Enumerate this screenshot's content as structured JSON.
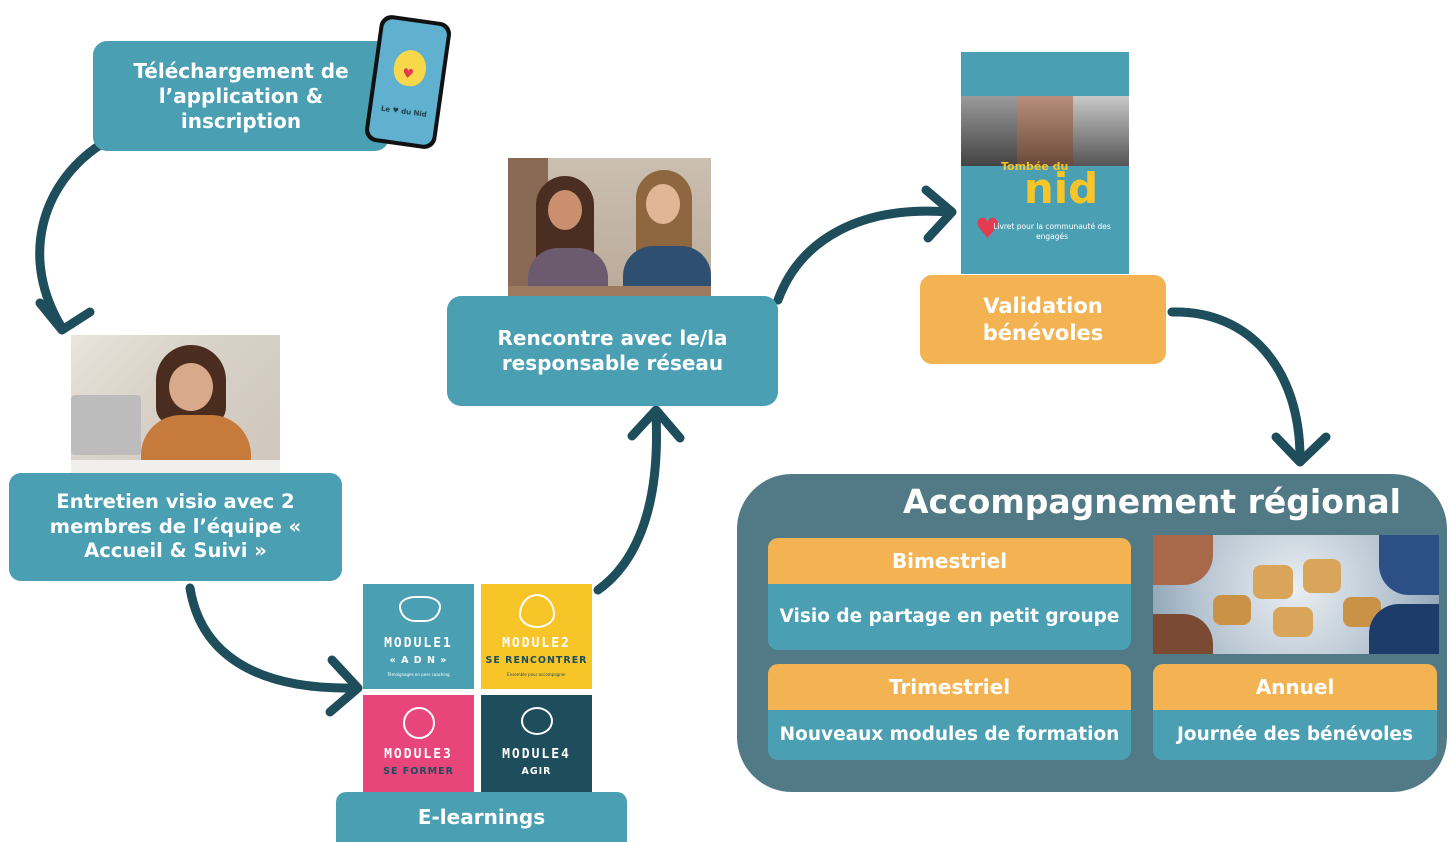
{
  "steps": {
    "download": "Téléchargement de l’application & inscription",
    "interview": "Entretien visio avec 2 membres de l’équipe « Accueil & Suivi »",
    "elearning": "E-learnings",
    "meeting": "Rencontre avec le/la responsable réseau",
    "validation": "Validation bénévoles"
  },
  "phone": {
    "logo_text": "Le ♥ du Nid"
  },
  "modules": [
    {
      "title": "MODULE1",
      "subtitle": "« A D N »",
      "tiny": "Témoignages en peer coaching",
      "color": "#4a9fb3"
    },
    {
      "title": "MODULE2",
      "subtitle": "SE RENCONTRER",
      "tiny": "Ensemble pour accompagner",
      "color": "#f7c528"
    },
    {
      "title": "MODULE3",
      "subtitle": "SE FORMER",
      "tiny": "",
      "color": "#e8457a"
    },
    {
      "title": "MODULE4",
      "subtitle": "AGIR",
      "tiny": "",
      "color": "#1e4d5c"
    }
  ],
  "booklet": {
    "title_small": "Tombée du",
    "title_big": "nid",
    "caption": "Livret pour la communauté des engagés"
  },
  "regional": {
    "title": "Accompagnement régional",
    "items": [
      {
        "period": "Bimestriel",
        "desc": "Visio de partage en petit groupe"
      },
      {
        "period": "Trimestriel",
        "desc": "Nouveaux modules de formation"
      },
      {
        "period": "Annuel",
        "desc": "Journée des bénévoles"
      }
    ]
  },
  "colors": {
    "teal": "#4a9fb3",
    "orange": "#f4b352",
    "arrow": "#1e4d5c",
    "region": "#517a86"
  }
}
